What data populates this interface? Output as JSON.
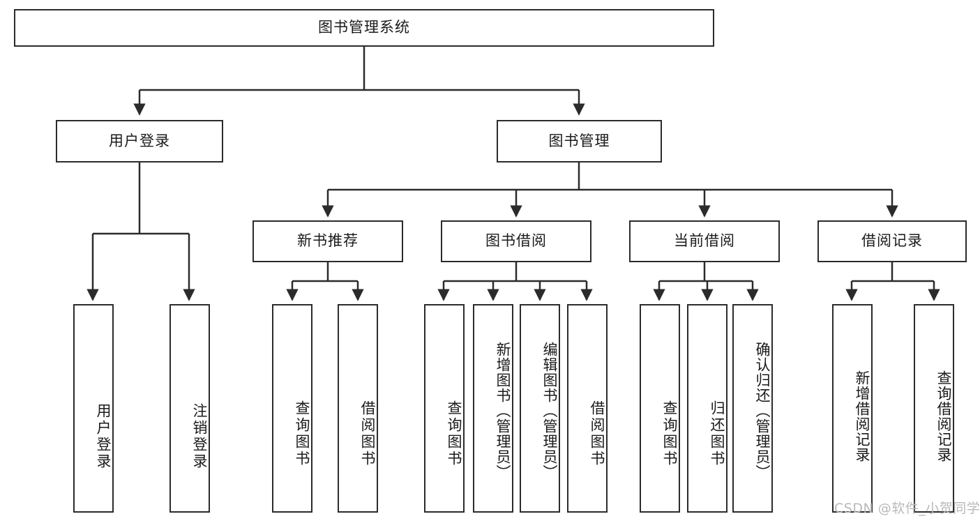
{
  "diagram": {
    "type": "hierarchy-tree",
    "title": "图书管理系统",
    "root": {
      "id": "root",
      "label": "图书管理系统"
    },
    "level2": [
      {
        "id": "user-login",
        "label": "用户登录"
      },
      {
        "id": "book-mgmt",
        "label": "图书管理"
      }
    ],
    "level3": [
      {
        "id": "new-book-rec",
        "label": "新书推荐",
        "parent": "book-mgmt"
      },
      {
        "id": "book-borrow",
        "label": "图书借阅",
        "parent": "book-mgmt"
      },
      {
        "id": "current-borrow",
        "label": "当前借阅",
        "parent": "book-mgmt"
      },
      {
        "id": "borrow-record",
        "label": "借阅记录",
        "parent": "book-mgmt"
      }
    ],
    "leaves": [
      {
        "id": "leaf-user-login",
        "label": "用户登录",
        "parent": "user-login"
      },
      {
        "id": "leaf-user-logout",
        "label": "注销登录",
        "parent": "user-login"
      },
      {
        "id": "leaf-query-book-1",
        "label": "查询图书",
        "parent": "new-book-rec"
      },
      {
        "id": "leaf-borrow-book-1",
        "label": "借阅图书",
        "parent": "new-book-rec"
      },
      {
        "id": "leaf-query-book-2",
        "label": "查询图书",
        "parent": "book-borrow"
      },
      {
        "id": "leaf-add-book",
        "label": "新增图书（管理员）",
        "parent": "book-borrow"
      },
      {
        "id": "leaf-edit-book",
        "label": "编辑图书（管理员）",
        "parent": "book-borrow"
      },
      {
        "id": "leaf-borrow-book-2",
        "label": "借阅图书",
        "parent": "book-borrow"
      },
      {
        "id": "leaf-query-book-3",
        "label": "查询图书",
        "parent": "current-borrow"
      },
      {
        "id": "leaf-return-book",
        "label": "归还图书",
        "parent": "current-borrow"
      },
      {
        "id": "leaf-confirm-return",
        "label": "确认归还（管理员）",
        "parent": "current-borrow"
      },
      {
        "id": "leaf-add-record",
        "label": "新增借阅记录",
        "parent": "borrow-record"
      },
      {
        "id": "leaf-query-record",
        "label": "查询借阅记录",
        "parent": "borrow-record"
      }
    ],
    "watermark": "CSDN @软件_小贺同学",
    "colors": {
      "stroke": "#2b2b2b",
      "fill": "#ffffff",
      "text": "#1a1a1a",
      "watermark": "#b9b9b9"
    }
  }
}
